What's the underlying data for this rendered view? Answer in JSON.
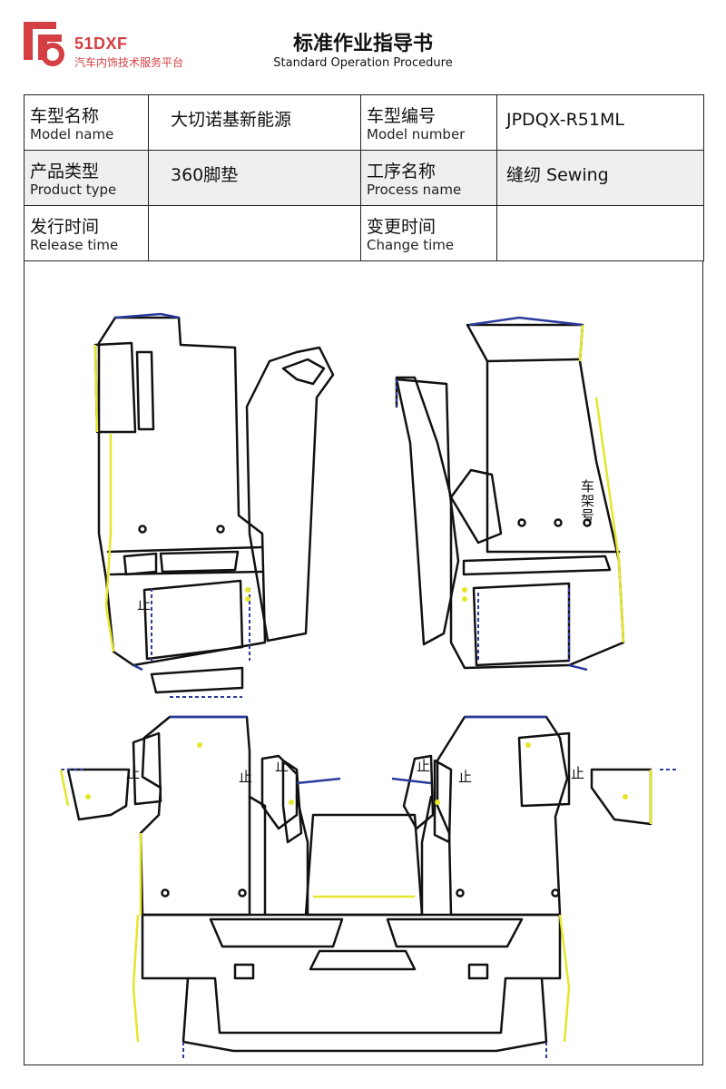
{
  "header": {
    "logo_brand": "51DXF",
    "logo_subtitle": "汽车内饰技术服务平台",
    "title_cn": "标准作业指导书",
    "title_en": "Standard Operation Procedure"
  },
  "info_table": {
    "rows": [
      [
        {
          "cn": "车型名称",
          "en": "Model name"
        },
        "大切诺基新能源",
        {
          "cn": "车型编号",
          "en": "Model number"
        },
        "JPDQX-R51ML"
      ],
      [
        {
          "cn": "产品类型",
          "en": "Product type"
        },
        "360脚垫",
        {
          "cn": "工序名称",
          "en": "Process name"
        },
        "缝纫 Sewing"
      ],
      [
        {
          "cn": "发行时间",
          "en": "Release time"
        },
        "",
        {
          "cn": "变更时间",
          "en": "Change time"
        },
        ""
      ]
    ]
  },
  "drawing": {
    "frame_label_cn": "车架号",
    "stop_mark": "止"
  },
  "colors": {
    "brand_red": "#d43f44",
    "outline_black": "#111111",
    "edge_yellow": "#e6e62a",
    "edge_blue": "#2a3a9c"
  }
}
